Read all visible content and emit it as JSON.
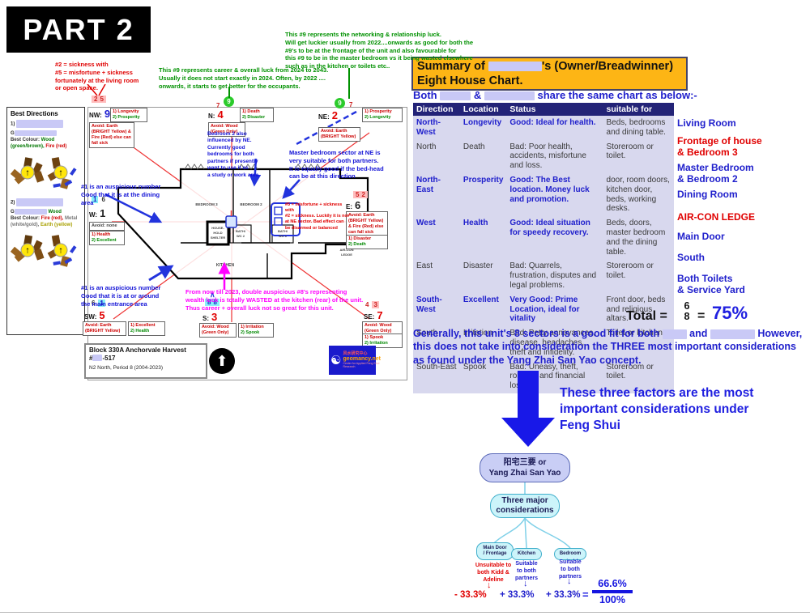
{
  "part_label": "PART 2",
  "icons": {
    "down_arrow": "↓",
    "caret_up": "∧",
    "north_arrow": "⬆",
    "yin_yang": "☯",
    "dir_arrow": "↑"
  },
  "notes": {
    "sickness": "#2 = sickness with\n#5 = misfortune + sickness\nfortunately at the living room\nor open space.",
    "career": "This #9 represents career & overall luck from 2024 to 2043.\nUsually it does not start exactly in 2024. Often, by 2022 ....\nonwards, it starts to get better for the occupants.",
    "networking": "This #9 represents the networking & relationship luck.\nWill get luckier usually from 2022....onwards as good for both the\n#9's to be at the frontage of the unit and also favourable for\nthis #9 to be in the master bedroom vs it being wasted elsewhere\nsuch as in the kitchen or toilets etc..",
    "dining": "#1 is an auspicious number\nGood that it is at the dining\narea",
    "bedroom2": "Bedroom 2 also\ninfluenced by NE.\nCurrently good\nbedrooms for both\npartners if presently\nwant to use it as\na study or work area",
    "master": "Master bedroom sector at NE is\nvery suitable for both partners.\nIt is equally good if the bed-head\ncan be at this direction",
    "entrance": "#1 is an auspicious number\nGood that it is at or around\nthe main entrance area",
    "misfortune": "#5 = misfortune + sickness with\n#2 = sickness. Luckily it is not\nat NE sector. Bad effect can\nbe disarmed or balanced",
    "wealth": "From now till 2023, double auspicious #8's representing\nwealth luck is totally WASTED at the kitchen (rear) of the unit.\nThus career + overall luck not so great for this unit."
  },
  "best_directions": {
    "title": "Best Directions",
    "p1_num": "1)",
    "p1_g": "G",
    "p1_colour_label": "Best Colour:",
    "p1_colour_wood": "Wood (green/brown),",
    "p1_colour_fire": "Fire (red)",
    "p2_num": "2)",
    "p2_g": "G",
    "p2_wood": "Wood",
    "p2_colour_label": "Best Colour:",
    "p2_colour_fire": "Fire (red),",
    "p2_colour_metal": "Metal (white/gold),",
    "p2_colour_earth": "Earth (yellow)"
  },
  "sectors": {
    "nw": {
      "dir": "NW:",
      "num": "9",
      "stars": [
        "2",
        "5"
      ],
      "avoid": "Avoid: Earth (BRIGHT Yellow) & Fire (Red) else can fall sick",
      "l1": "1) Longevity",
      "l2": "2) Prosperity"
    },
    "n": {
      "dir": "N:",
      "num": "4",
      "stars": [
        "7",
        "9"
      ],
      "avoid": "Avoid: Wood (Green Only)",
      "l1": "1) Death",
      "l2": "2) Disaster"
    },
    "ne": {
      "dir": "NE:",
      "num": "2",
      "stars": [
        "9",
        "7"
      ],
      "avoid": "Avoid: Earth (BRIGHT Yellow)",
      "l1": "1) Prosperity",
      "l2": "2) Longevity"
    },
    "w": {
      "dir": "W:",
      "num": "1",
      "stars": [
        "1",
        "6"
      ],
      "avoid": "Avoid: none",
      "l1": "1) Health",
      "l2": "2) Excellent"
    },
    "e": {
      "dir": "E:",
      "num": "6",
      "stars": [
        "5",
        "2"
      ],
      "avoid": "Avoid: Earth (BRIGHT Yellow) & Fire (Red) else can fall sick",
      "l1": "1) Disaster",
      "l2": "2) Death"
    },
    "sw": {
      "dir": "SW:",
      "num": "5",
      "stars": [
        "6",
        "1"
      ],
      "avoid": "Avoid: Earth (BRIGHT Yellow)",
      "l1": "1) Excellent",
      "l2": "2) Health"
    },
    "s": {
      "dir": "S:",
      "num": "3",
      "stars": [
        "8",
        "8"
      ],
      "avoid": "Avoid: Wood (Green Only)",
      "l1": "1) Irritation",
      "l2": "2) Spook"
    },
    "se": {
      "dir": "SE:",
      "num": "7",
      "stars": [
        "4",
        "3"
      ],
      "avoid": "Avoid: Wood (Green Only)",
      "l1": "1) Spook",
      "l2": "2) Irritation"
    }
  },
  "floorplan": {
    "rooms": {
      "bed3": "BEDROOM 3",
      "bed2": "BEDROOM 2",
      "hhs1": "HOUSE-",
      "hhs2": "HOLD",
      "hhs3": "SHELTER",
      "kitchen": "KITCHEN",
      "bath2a": "BATH/",
      "bath2b": "WC 2",
      "bath1a": "BATH/",
      "bath1b": "WC 1",
      "ac1": "AIR-CON",
      "ac2": "LEDGE"
    }
  },
  "info_box": {
    "line1": "Block 330A Anchorvale Harvest",
    "line2_prefix": "#",
    "line2_suffix": "-517",
    "line3": "N2 North, Period 8 (2004-2023)"
  },
  "logo": {
    "cn": "风水研究中心",
    "domain": "geomancy.net",
    "tagline": "Center for Applied Feng Shui Research"
  },
  "summary": {
    "header_pre": "Summary of",
    "header_post": "'s (Owner/Breadwinner) Eight House Chart.",
    "both_pre": "Both",
    "amp": "&",
    "both_post": "share the same chart as below:-",
    "table": {
      "headers": [
        "Direction",
        "Location",
        "Status",
        "suitable for"
      ],
      "rows": [
        {
          "direction": "North-West",
          "location": "Longevity",
          "status": "Good: Ideal for health.",
          "suitable": "Beds, bedrooms and dining table.",
          "good": true,
          "label": "Living Room",
          "label_color": "blue"
        },
        {
          "direction": "North",
          "location": "Death",
          "status": "Bad: Poor health, accidents, misfortune and loss.",
          "suitable": "Storeroom or toilet.",
          "good": false,
          "label": "Frontage of house\n& Bedroom 3",
          "label_color": "red"
        },
        {
          "direction": "North-East",
          "location": "Prosperity",
          "status": "Good: The Best location. Money luck and promotion.",
          "suitable": "door, room doors, kitchen door, beds, working desks.",
          "good": true,
          "label": "Master Bedroom\n& Bedroom 2",
          "label_color": "blue"
        },
        {
          "direction": "West",
          "location": "Health",
          "status": "Good: Ideal situation for speedy recovery.",
          "suitable": "Beds, doors, master bedroom and the dining table.",
          "good": true,
          "label": "Dining Room",
          "label_color": "blue"
        },
        {
          "direction": "East",
          "location": "Disaster",
          "status": "Bad: Quarrels, frustration, disputes and legal problems.",
          "suitable": "Storeroom or toilet.",
          "good": false,
          "label": "AIR-CON LEDGE",
          "label_color": "red"
        },
        {
          "direction": "South-West",
          "location": "Excellent",
          "status": "Very Good: Prime Location, ideal for vitality",
          "suitable": "Front door, beds and religious altars.",
          "good": true,
          "label": "Main Door",
          "label_color": "blue"
        },
        {
          "direction": "South",
          "location": "Irritation",
          "status": "Bad: Petty annoyances, disease, headaches, theft and infidelity.",
          "suitable": "Toilet or kitchen.",
          "good": false,
          "label": "South",
          "label_color": "blue"
        },
        {
          "direction": "South-East",
          "location": "Spook",
          "status": "Bad: Uneasy, theft, robbery and financial loss.",
          "suitable": "Storeroom or toilet.",
          "good": false,
          "label": "Both Toilets\n& Service Yard",
          "label_color": "blue"
        }
      ]
    },
    "total_label": "Total =",
    "total_num": "6",
    "total_den": "8",
    "equals": "=",
    "total_pct": "75%",
    "general_1": "Generally, this unit's 8 sectors is a good fit for both",
    "general_and": "and",
    "general_2": "However, this does not take into consideration the THREE most important considerations as found under the Yang Zhai San Yao concept."
  },
  "three_factors": {
    "headline": "These three factors are the most\nimportant considerations under\nFeng Shui",
    "root": "阳宅三要 or\nYang Zhai San Yao",
    "level2": "Three major\nconsiderations",
    "leaf1": "Main Door\n/ Frontage",
    "leaf2": "Kitchen",
    "leaf3": "Bedroom",
    "verdict1": "Unsuitable to\nboth Kidd &\nAdeline",
    "verdict2": "Suitable\nto both\npartners",
    "verdict3": "Suitable\nto both\npartners",
    "val1": "- 33.3%",
    "val2": "+ 33.3%",
    "val3": "+ 33.3%",
    "equals": "=",
    "result_num": "66.6%",
    "result_den": "100%"
  },
  "colors": {
    "accent_blue": "#2020CC",
    "bad_red": "#E00000",
    "good_green": "#009100",
    "magenta": "#FF00FF",
    "header_gold": "#FDB515",
    "table_navy": "#232377",
    "table_bg": "#D8D8EE",
    "redact_lavender": "#C9C9F6"
  }
}
